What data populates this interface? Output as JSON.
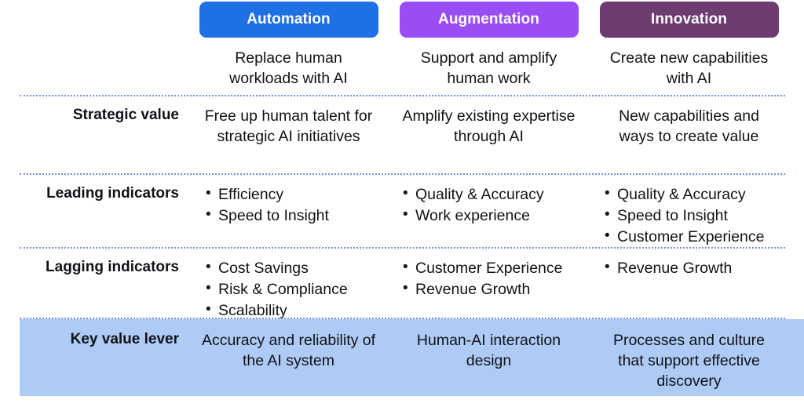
{
  "columns": [
    {
      "title": "Automation",
      "color": "#1F6FE5",
      "subtitle": "Replace human workloads with AI"
    },
    {
      "title": "Augmentation",
      "color": "#9B4DF5",
      "subtitle": "Support and amplify human work"
    },
    {
      "title": "Innovation",
      "color": "#6E3B71",
      "subtitle": "Create new capabilities with AI"
    }
  ],
  "rows": [
    {
      "label": "Strategic value",
      "type": "text",
      "cells": [
        "Free up human talent for strategic AI initiatives",
        "Amplify existing expertise through AI",
        "New capabilities and ways to create value"
      ]
    },
    {
      "label": "Leading indicators",
      "type": "list",
      "cells": [
        [
          "Efficiency",
          "Speed to Insight"
        ],
        [
          "Quality & Accuracy",
          "Work experience"
        ],
        [
          "Quality & Accuracy",
          "Speed to Insight",
          "Customer Experience"
        ]
      ]
    },
    {
      "label": "Lagging indicators",
      "type": "list",
      "cells": [
        [
          "Cost Savings",
          "Risk & Compliance",
          "Scalability"
        ],
        [
          "Customer Experience",
          "Revenue Growth"
        ],
        [
          "Revenue Growth"
        ]
      ]
    }
  ],
  "highlight_row": {
    "label": "Key value lever",
    "background": "#AECBF5",
    "cells": [
      "Accuracy and reliability of the AI system",
      "Human-AI interaction design",
      "Processes and culture that support effective discovery"
    ]
  },
  "divider_color": "#5C7CD6"
}
